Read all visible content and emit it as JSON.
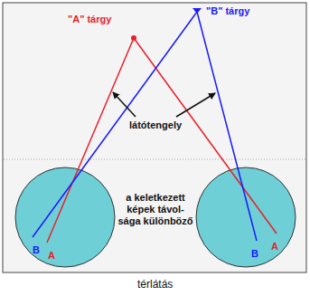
{
  "diagram": {
    "caption": "térlátás",
    "nodes": [
      {
        "text": [
          "B",
          "A"
        ]
      },
      {
        "text": [
          "B",
          "A"
        ]
      }
    ],
    "labels": [
      "\"A\" tárgy",
      "\"B\" tárgy",
      "látótengely",
      "a keletkezett képek távol- sága különböző"
    ]
  }
}
